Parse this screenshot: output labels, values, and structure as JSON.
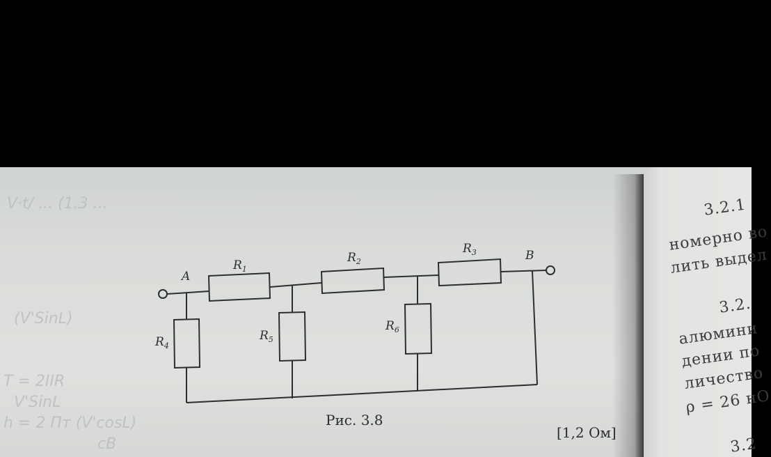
{
  "circuit": {
    "nodes": [
      "A",
      "B"
    ],
    "resistors": [
      "R1",
      "R2",
      "R3",
      "R4",
      "R5",
      "R6"
    ],
    "labels": {
      "R1": "R",
      "R2": "R",
      "R3": "R",
      "R4": "R",
      "R5": "R",
      "R6": "R"
    },
    "subscripts": {
      "R1": "1",
      "R2": "2",
      "R3": "3",
      "R4": "4",
      "R5": "5",
      "R6": "6"
    }
  },
  "caption": "Рис. 3.8",
  "answer": "[1,2 Ом]",
  "right_page": {
    "lines": [
      "3.2.1",
      "номерно во",
      "лить выдел",
      "3.2.",
      "алюмини",
      "дении по",
      "личество",
      "ρ = 26 нО",
      "3.2"
    ]
  },
  "pencil_notes": {
    "lines": [
      "V·t/ ... (1.3 ...",
      "(V'SinL)",
      "T = 2IIR",
      "V'SinL",
      "h = 2 Пт (V'cosL)",
      "cB"
    ]
  }
}
